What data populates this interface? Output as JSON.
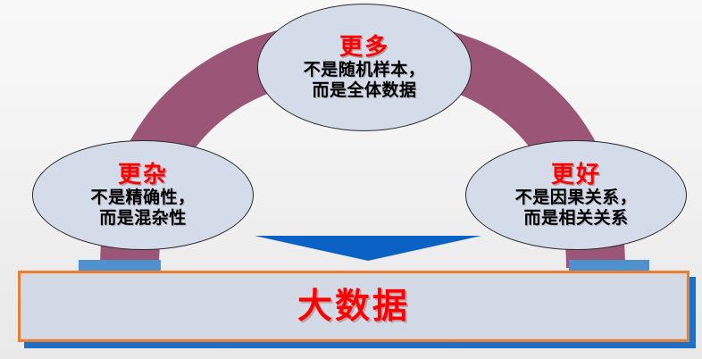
{
  "slide": {
    "background_color": "#F4F4F4",
    "accent_red": "#FF0000",
    "arch_color": "#9B5577",
    "foot_color": "#4F90CE",
    "arrow_color": "#0B62C4",
    "bubble_fill": "#D5DCE9",
    "banner_fill": "#D3DAE6",
    "banner_border": "#E3813B",
    "banner_shadow": "#1F6FC4"
  },
  "bubbles": [
    {
      "id": "top",
      "title": "更多",
      "lines": [
        "不是随机样本，",
        "而是全体数据"
      ]
    },
    {
      "id": "left",
      "title": "更杂",
      "lines": [
        "不是精确性，",
        "而是混杂性"
      ]
    },
    {
      "id": "right",
      "title": "更好",
      "lines": [
        "不是因果关系，",
        "而是相关关系"
      ]
    }
  ],
  "banner": {
    "label": "大数据"
  },
  "shapes": {
    "arch_name": "purple-arch",
    "left_foot_name": "left-blue-foot",
    "right_foot_name": "right-blue-foot",
    "arrow_name": "blue-down-arrow"
  }
}
